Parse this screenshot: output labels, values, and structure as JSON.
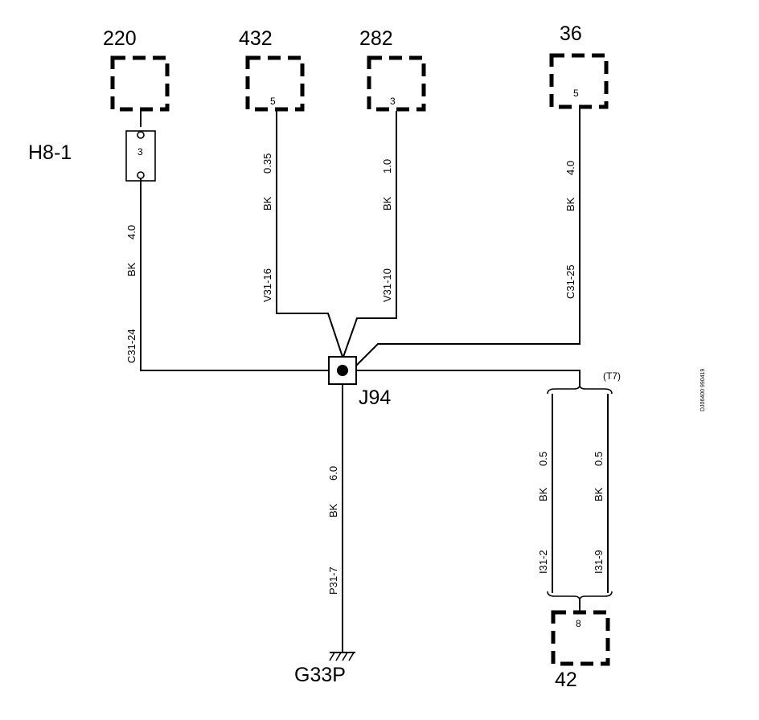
{
  "components": {
    "c220": {
      "label": "220"
    },
    "c432": {
      "label": "432",
      "pin": "5"
    },
    "c282": {
      "label": "282",
      "pin": "3"
    },
    "c36": {
      "label": "36",
      "pin": "5"
    },
    "c42": {
      "label": "42",
      "pin": "8"
    }
  },
  "fuse": {
    "label": "H8-1",
    "value": "3"
  },
  "splice": {
    "label": "J94"
  },
  "ground": {
    "label": "G33P"
  },
  "shield": {
    "label": "(T7)"
  },
  "doc_id": "DJ06400 990419",
  "wires": {
    "w1": {
      "size": "4.0",
      "color": "BK",
      "circuit": "C31-24"
    },
    "w2": {
      "size": "0.35",
      "color": "BK",
      "circuit": "V31-16"
    },
    "w3": {
      "size": "1.0",
      "color": "BK",
      "circuit": "V31-10"
    },
    "w4": {
      "size": "4.0",
      "color": "BK",
      "circuit": "C31-25"
    },
    "w5": {
      "size": "6.0",
      "color": "BK",
      "circuit": "P31-7"
    },
    "w6": {
      "size": "0.5",
      "color": "BK",
      "circuit": "I31-2"
    },
    "w7": {
      "size": "0.5",
      "color": "BK",
      "circuit": "I31-9"
    }
  }
}
